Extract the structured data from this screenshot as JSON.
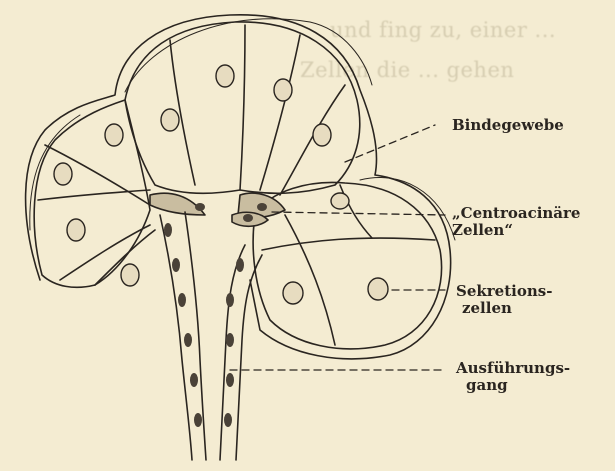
{
  "labels": {
    "bindegewebe": "Bindegewebe",
    "centroacinaere_line1": "„Centroacinäre",
    "centroacinaere_line2": "Zellen“",
    "sekretionszellen_line1": "Sekretions-",
    "sekretionszellen_line2": "zellen",
    "ausfuehrungsgang_line1": "Ausführungs-",
    "ausfuehrungsgang_line2": "gang"
  },
  "colors": {
    "paper": "#f4ecd2",
    "ink": "#2a2520",
    "faded_text": "#d6cdb1"
  }
}
